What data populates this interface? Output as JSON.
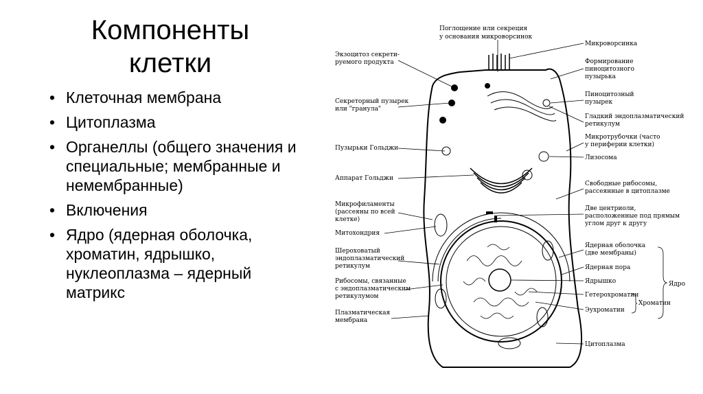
{
  "slide": {
    "title_lines": [
      "Компоненты",
      "клетки"
    ],
    "bullets": [
      "Клеточная мембрана",
      "Цитоплазма",
      "Органеллы (общего значения и специальные; мембранные и немембранные)",
      "Включения",
      "Ядро (ядерная оболочка, хроматин, ядрышко, нуклеоплазма – ядерный матрикс"
    ]
  },
  "diagram": {
    "labels_top": [
      "Поглощение или секреция",
      "у основания микроворсинок"
    ],
    "labels_left": [
      [
        "Экзоцитоз секрети-",
        "руемого продукта"
      ],
      [
        "Секреторный пузырек",
        "или \"гранула\""
      ],
      [
        "Пузырьки Гольджи"
      ],
      [
        "Аппарат Гольджи"
      ],
      [
        "Микрофиламенты",
        "(рассеяны по всей",
        "клетке)"
      ],
      [
        "Митохондрия"
      ],
      [
        "Шероховатый",
        "эндоплазматический",
        "ретикулум"
      ],
      [
        "Рибосомы, связанные",
        "с эндоплазматическим",
        "ретикулумом"
      ],
      [
        "Плазматическая",
        "мембрана"
      ]
    ],
    "labels_right": [
      [
        "Микроворсинка"
      ],
      [
        "Формирование",
        "пиноцитозного",
        "пузырька"
      ],
      [
        "Пиноцитозный",
        "пузырек"
      ],
      [
        "Гладкий эндоплазматический",
        "ретикулум"
      ],
      [
        "Микротрубочки (часто",
        "у периферии клетки)"
      ],
      [
        "Лизосома"
      ],
      [
        "Свободные рибосомы,",
        "рассеянные в цитоплазме"
      ],
      [
        "Две центриоли,",
        "расположенные под прямым",
        "углом друг к другу"
      ],
      [
        "Ядерная оболочка",
        "(две мембраны)"
      ],
      [
        "Ядерная пора"
      ],
      [
        "Ядрышко"
      ],
      [
        "Гетерохроматин"
      ],
      [
        "Эухроматин"
      ],
      [
        "Цитоплазма"
      ]
    ],
    "group_nucleus": "Ядро",
    "group_chromatin": "Хроматин"
  }
}
